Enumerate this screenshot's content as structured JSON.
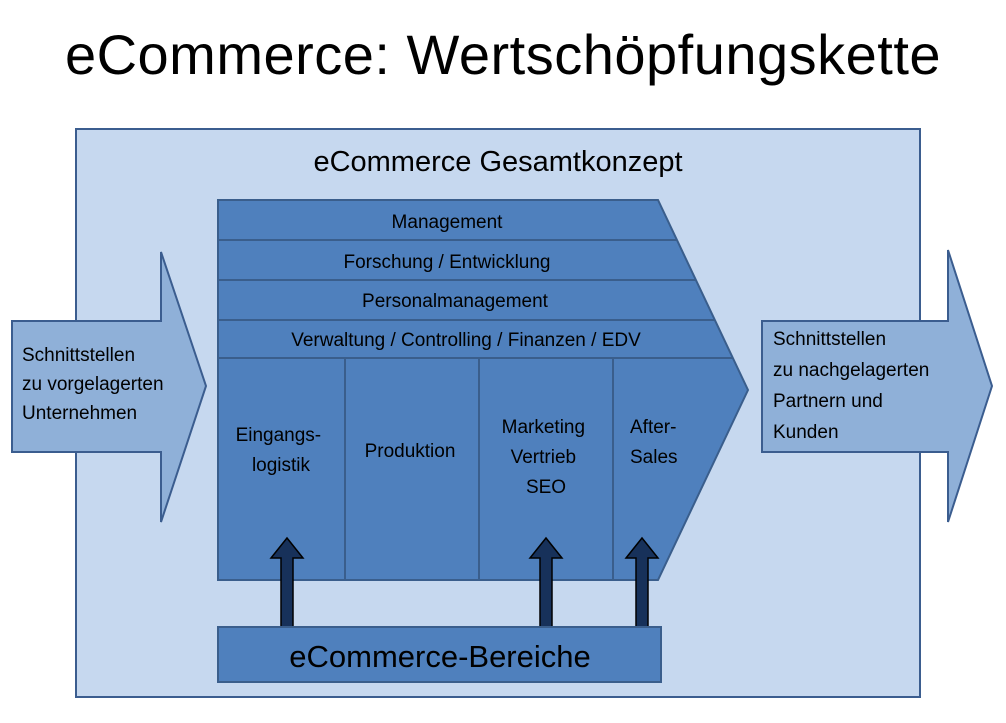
{
  "title": "eCommerce: Wertschöpfungskette",
  "concept_label": "eCommerce Gesamtkonzept",
  "support_rows": [
    "Management",
    "Forschung / Entwicklung",
    "Personalmanagement",
    "Verwaltung / Controlling / Finanzen / EDV"
  ],
  "primary_columns": [
    [
      "Eingangs-",
      "logistik"
    ],
    [
      "Produktion"
    ],
    [
      "Marketing",
      "Vertrieb",
      "SEO"
    ],
    [
      "After-",
      "Sales"
    ]
  ],
  "left_arrow": [
    "Schnittstellen",
    "zu vorgelagerten",
    "Unternehmen"
  ],
  "right_arrow": [
    "Schnittstellen",
    "zu nachgelagerten",
    "Partnern und",
    "Kunden"
  ],
  "bottom_box": "eCommerce-Bereiche",
  "colors": {
    "outer_fill": "#c6d8ef",
    "outer_stroke": "#3b5d8f",
    "chain_fill": "#4f80bd",
    "chain_stroke": "#3a5e8c",
    "arrow_fill": "#8fb0d8",
    "up_arrow_fill": "#17315a"
  }
}
